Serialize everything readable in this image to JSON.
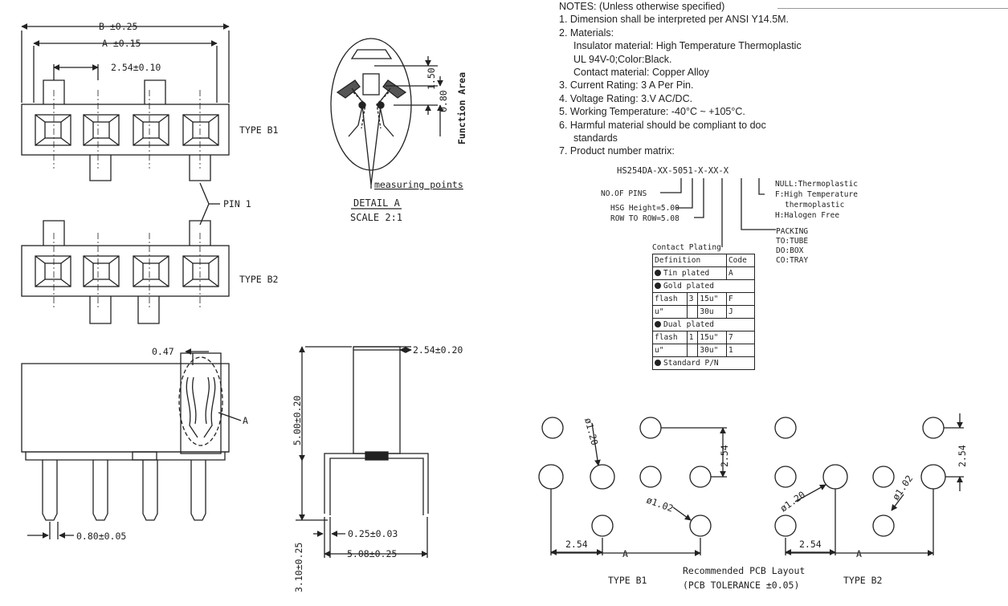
{
  "notes": {
    "heading": "NOTES: (Unless otherwise specified)",
    "n1": "1. Dimension shall be interpreted per ANSI Y14.5M.",
    "n2": "2. Materials:",
    "n2a": "Insulator material: High Temperature Thermoplastic",
    "n2b": "UL 94V-0;Color:Black.",
    "n2c": "Contact material: Copper Alloy",
    "n3": "3. Current Rating: 3 A Per Pin.",
    "n4": "4. Voltage Rating: 3.V AC/DC.",
    "n5": "5. Working Temperature: -40°C ~ +105°C.",
    "n6": "6. Harmful material should be compliant to doc",
    "n6b": "standards",
    "n7": "7. Product number matrix:"
  },
  "matrix": {
    "code": "HS254DA-XX-5051-X-XX-X",
    "no_of_pins": "NO.OF PINS",
    "hsg_height": "HSG Height=5.00",
    "row_to_row": "ROW TO ROW=5.08",
    "null_opt": "NULL:Thermoplastic",
    "f_opt": "F:High Temperature",
    "f_opt2": "thermoplastic",
    "h_opt": "H:Halogen Free",
    "packing": "PACKING",
    "to": "TO:TUBE",
    "do": "DO:BOX",
    "co": "CO:TRAY",
    "contact_plating": "Contact Plating"
  },
  "plating_table": {
    "header": [
      "Definition",
      "Code"
    ],
    "tin": [
      "Tin plated",
      "A"
    ],
    "gold": "Gold plated",
    "gold_rows": [
      [
        "flash",
        "3",
        "15u\"",
        "F"
      ],
      [
        "u\"",
        "",
        "30u",
        "J"
      ]
    ],
    "dual": "Dual plated",
    "dual_rows": [
      [
        "flash",
        "1",
        "15u\"",
        "7"
      ],
      [
        "u\"",
        "",
        "30u\"",
        "1"
      ]
    ],
    "standard": "Standard P/N"
  },
  "top_view": {
    "dim_b": "B ±0.25",
    "dim_a": "A ±0.15",
    "dim_pitch": "2.54±0.10",
    "type_b1": "TYPE B1",
    "type_b2": "TYPE B2",
    "pin1": "PIN 1"
  },
  "detail": {
    "dim_150": "1.50",
    "dim_080": "0.80",
    "function_area": "Function Area",
    "measuring_points": "measuring points",
    "title": "DETAIL A",
    "scale": "SCALE 2:1"
  },
  "front_view": {
    "dim_047": "0.47",
    "label_a": "A",
    "dim_080": "0.80±0.05"
  },
  "side_view": {
    "dim_254": "2.54±0.20",
    "dim_500": "5.00±0.20",
    "dim_025": "0.25±0.03",
    "dim_508": "5.08±0.25",
    "dim_310": "3.10±0.25"
  },
  "pcb": {
    "dia_120": "ø1.20",
    "dia_102": "ø1.02",
    "dim_254": "2.54",
    "label_a": "A",
    "title": "Recommended PCB Layout",
    "tolerance": "(PCB TOLERANCE ±0.05)",
    "type_b1": "TYPE B1",
    "type_b2": "TYPE B2"
  }
}
